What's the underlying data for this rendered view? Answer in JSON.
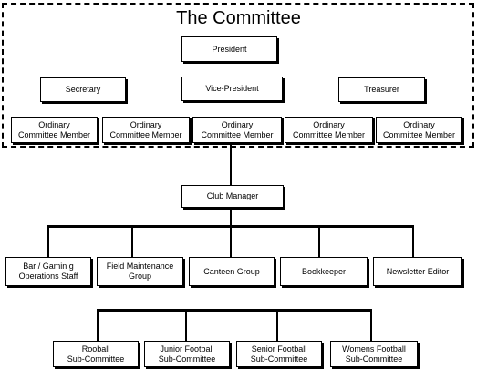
{
  "committee": {
    "title": "The Committee",
    "president": "President",
    "secretary": "Secretary",
    "vice_president": "Vice-President",
    "treasurer": "Treasurer",
    "ordinary_members": [
      "Ordinary\nCommittee Member",
      "Ordinary\nCommittee Member",
      "Ordinary\nCommittee Member",
      "Ordinary\nCommittee Member",
      "Ordinary\nCommittee Member"
    ]
  },
  "club_manager": "Club Manager",
  "staff": [
    "Bar / Gamin g\nOperations Staff",
    "Field Maintenance\nGroup",
    "Canteen Group",
    "Bookkeeper",
    "Newsletter Editor"
  ],
  "subcommittees": [
    "Rooball\nSub-Committee",
    "Junior Football\nSub-Committee",
    "Senior Football\nSub-Committee",
    "Womens Football\nSub-Committee"
  ]
}
